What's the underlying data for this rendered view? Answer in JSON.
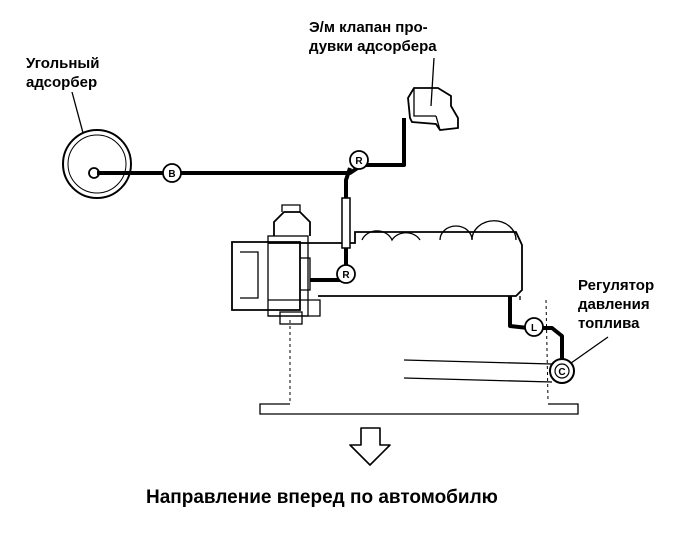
{
  "labels": {
    "canister": [
      "Угольный",
      "адсорбер"
    ],
    "purge_valve": [
      "Э/м клапан про-",
      "дувки адсорбера"
    ],
    "fuel_regulator": [
      "Регулятор",
      "давления",
      "топлива"
    ],
    "direction": "Направление вперед по автомобилю"
  },
  "hose_markers": {
    "b": "B",
    "r_top": "R",
    "r_bottom": "R",
    "l": "L"
  },
  "regulator_marker": "C"
}
